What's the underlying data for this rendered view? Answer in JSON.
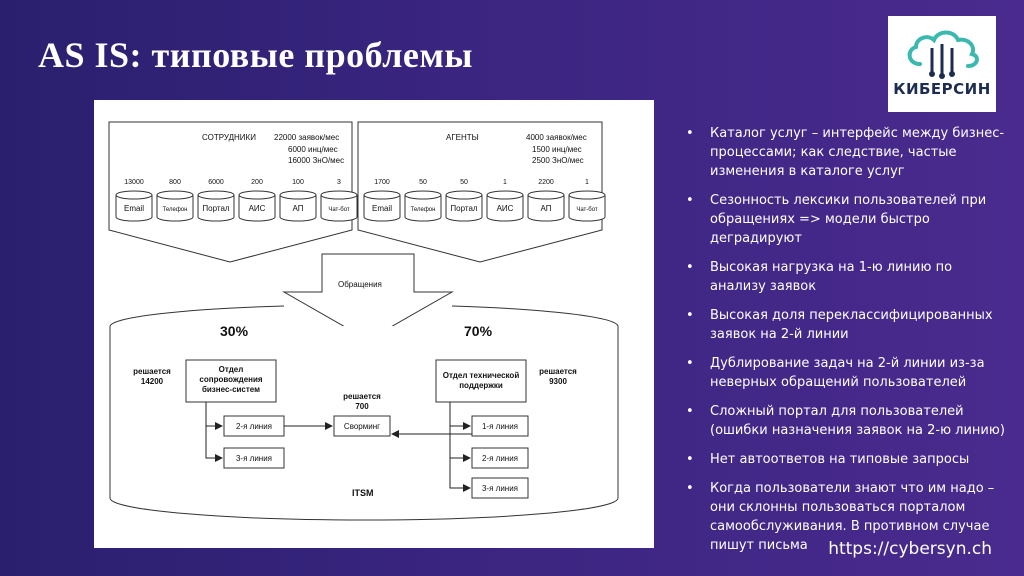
{
  "title": "AS IS: типовые проблемы",
  "logo": {
    "text": "КИБЕРСИН",
    "icon": "cloud-circuit-icon",
    "color": "#1d2d50",
    "accent": "#3bb8b0"
  },
  "diagram": {
    "employees": {
      "label": "СОТРУДНИКИ",
      "requests": "22000 заявок/мес",
      "incidents": "6000 инц/мес",
      "sr": "16000 ЗнО/мес",
      "channels": [
        {
          "count": "13000",
          "name": "Email"
        },
        {
          "count": "800",
          "name": "Телефон"
        },
        {
          "count": "6000",
          "name": "Портал"
        },
        {
          "count": "200",
          "name": "АИС"
        },
        {
          "count": "100",
          "name": "АП"
        },
        {
          "count": "3",
          "name": "Чат-бот"
        }
      ]
    },
    "agents": {
      "label": "АГЕНТЫ",
      "requests": "4000 заявок/мес",
      "incidents": "1500 инц/мес",
      "sr": "2500 ЗнО/мес",
      "channels": [
        {
          "count": "1700",
          "name": "Email"
        },
        {
          "count": "50",
          "name": "Телефон"
        },
        {
          "count": "50",
          "name": "Портал"
        },
        {
          "count": "1",
          "name": "АИС"
        },
        {
          "count": "2200",
          "name": "АП"
        },
        {
          "count": "1",
          "name": "Чат-бот"
        }
      ]
    },
    "arrow_label": "Обращения",
    "itsm": {
      "pct_left": "30%",
      "pct_right": "70%",
      "left_solves": "решается\n14200",
      "right_solves": "решается\n9300",
      "swarm_solves": "решается\n700",
      "dept_business": "Отдел\nсопровождения\nбизнес-систем",
      "dept_tech": "Отдел технической\nподдержки",
      "left_lines": [
        "2-я линия",
        "3-я линия"
      ],
      "right_lines": [
        "1-я линия",
        "2-я линия",
        "3-я линия"
      ],
      "swarming": "Сворминг",
      "name": "ITSM"
    }
  },
  "bullets": [
    "Каталог услуг – интерфейс между бизнес-процессами; как следствие, частые изменения в каталоге услуг",
    "Сезонность лексики пользователей при обращениях => модели быстро деградируют",
    "Высокая нагрузка на 1-ю линию по анализу заявок",
    "Высокая доля переклассифицированных заявок на 2-й линии",
    "Дублирование задач на 2-й линии из-за неверных обращений пользователей",
    "Сложный портал для пользователей (ошибки назначения заявок на 2-ю линию)",
    "Нет автоответов на типовые запросы",
    "Когда пользователи знают что им надо – они склонны пользоваться порталом самообслуживания. В противном случае пишут письма"
  ],
  "url": "https://cybersyn.ch"
}
